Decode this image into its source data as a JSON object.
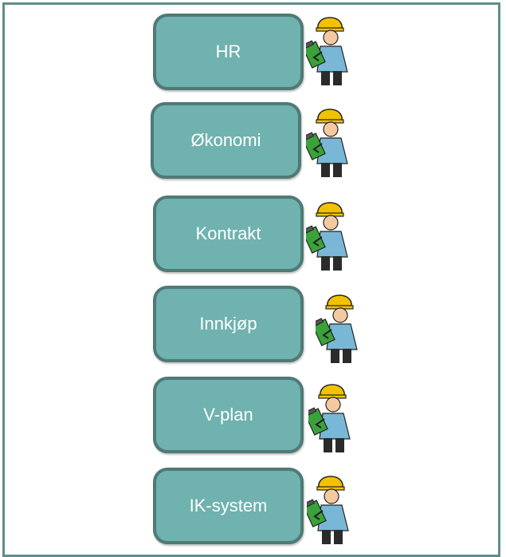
{
  "boxes": [
    {
      "label": "HR"
    },
    {
      "label": "Økonomi"
    },
    {
      "label": "Kontrakt"
    },
    {
      "label": "Innkjøp"
    },
    {
      "label": "V-plan"
    },
    {
      "label": "IK-system"
    }
  ],
  "icons": {
    "worker": "worker-with-clipboard-icon"
  },
  "colors": {
    "frame": "#5f8f8c",
    "box_fill": "#6fb2af",
    "box_border": "#4f7a75",
    "box_text": "#ffffff",
    "hardhat": "#f2c200",
    "shirt": "#79b7d6",
    "clipboard": "#3aa23a"
  }
}
